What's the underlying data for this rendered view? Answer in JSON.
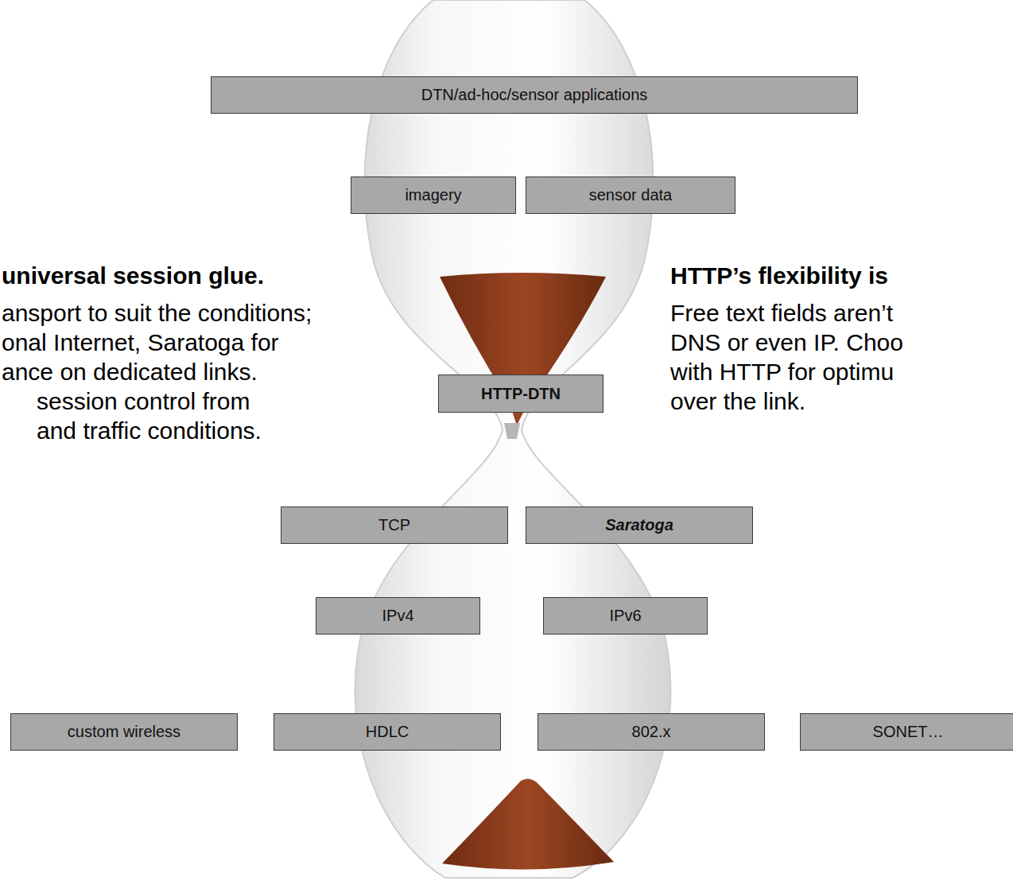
{
  "diagram": {
    "nodes": [
      {
        "text": [
          "DTN/ad-hoc/sensor applications"
        ]
      },
      {
        "text": [
          "imagery"
        ]
      },
      {
        "text": [
          "sensor data"
        ]
      },
      {
        "text": [
          "HTTP-DTN"
        ]
      },
      {
        "text": [
          "TCP"
        ]
      },
      {
        "text": [
          "Saratoga"
        ]
      },
      {
        "text": [
          "IPv4"
        ]
      },
      {
        "text": [
          "IPv6"
        ]
      },
      {
        "text": [
          "custom wireless"
        ]
      },
      {
        "text": [
          "HDLC"
        ]
      },
      {
        "text": [
          "802.x"
        ]
      },
      {
        "text": [
          "SONET…"
        ]
      }
    ],
    "labels": [
      "universal session glue.",
      "ansport to suit the conditions;",
      "onal Internet, Saratoga for",
      "ance on dedicated links.",
      "session control from",
      "and traffic conditions.",
      "HTTP’s flexibility is",
      "Free text fields aren’t",
      "DNS or even IP. Choo",
      "with HTTP for optimu",
      "over the link."
    ]
  }
}
